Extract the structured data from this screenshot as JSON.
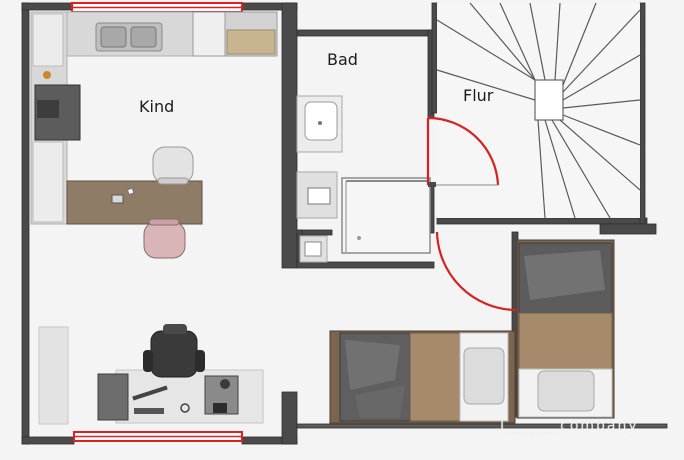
{
  "floorplan": {
    "rooms": {
      "kind": "Kind",
      "bad": "Bad",
      "flur": "Flur"
    },
    "watermark": "I______company"
  },
  "colors": {
    "wall": "#4d4d4d",
    "floor": "#f4f4f4",
    "door_swing": "#d92020",
    "window": "#e02020",
    "counter": "#d9d9d9",
    "wood": "#8f7c67"
  },
  "furniture": [
    "kitchen-counter",
    "double-sink",
    "cooktop",
    "chair",
    "pink-chair",
    "desk",
    "washbasin",
    "toilet",
    "shower",
    "bed-left",
    "bed-right",
    "office-chair",
    "office-desk"
  ],
  "icons": [
    "stair-icon",
    "door-swing-icon"
  ]
}
